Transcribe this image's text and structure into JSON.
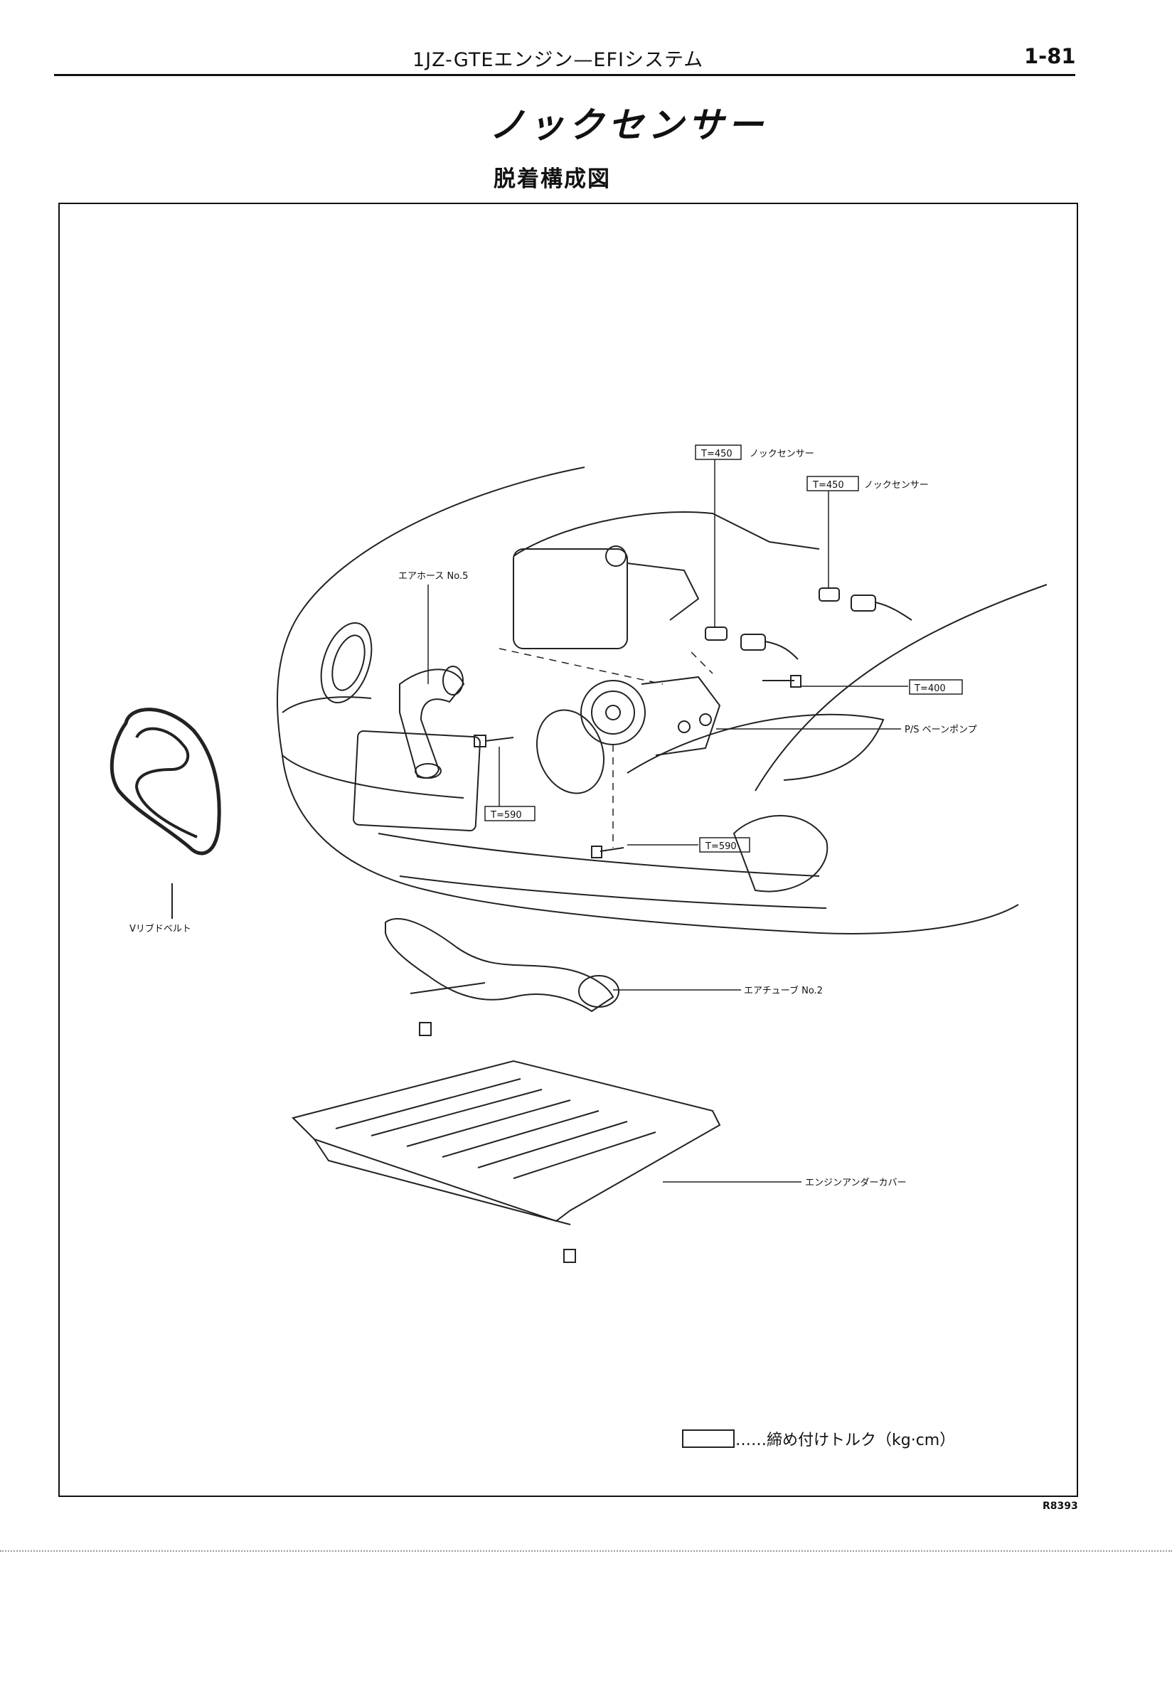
{
  "header": {
    "title": "1JZ-GTEエンジン—EFIシステム",
    "page_number": "1-81"
  },
  "section_title": "ノックセンサー",
  "diagram_heading": "脱着構成図",
  "labels": {
    "knock_sensor_front": "ノックセンサー",
    "knock_sensor_rear": "ノックセンサー",
    "air_hose": "エアホース No.5",
    "ps_vane_pump": "P/S ベーンポンプ",
    "v_ribbed_belt": "Vリブドベルト",
    "air_tube": "エアチューブ No.2",
    "engine_under_cover": "エンジンアンダーカバー"
  },
  "torques": {
    "knock_front": "T=450",
    "knock_rear": "T=450",
    "pump_bolt_upper": "T=400",
    "pump_bolt_left": "T=590",
    "pump_bolt_lower": "T=590"
  },
  "legend": {
    "text": "……締め付けトルク（kg·cm）"
  },
  "figure_code": "R8393"
}
